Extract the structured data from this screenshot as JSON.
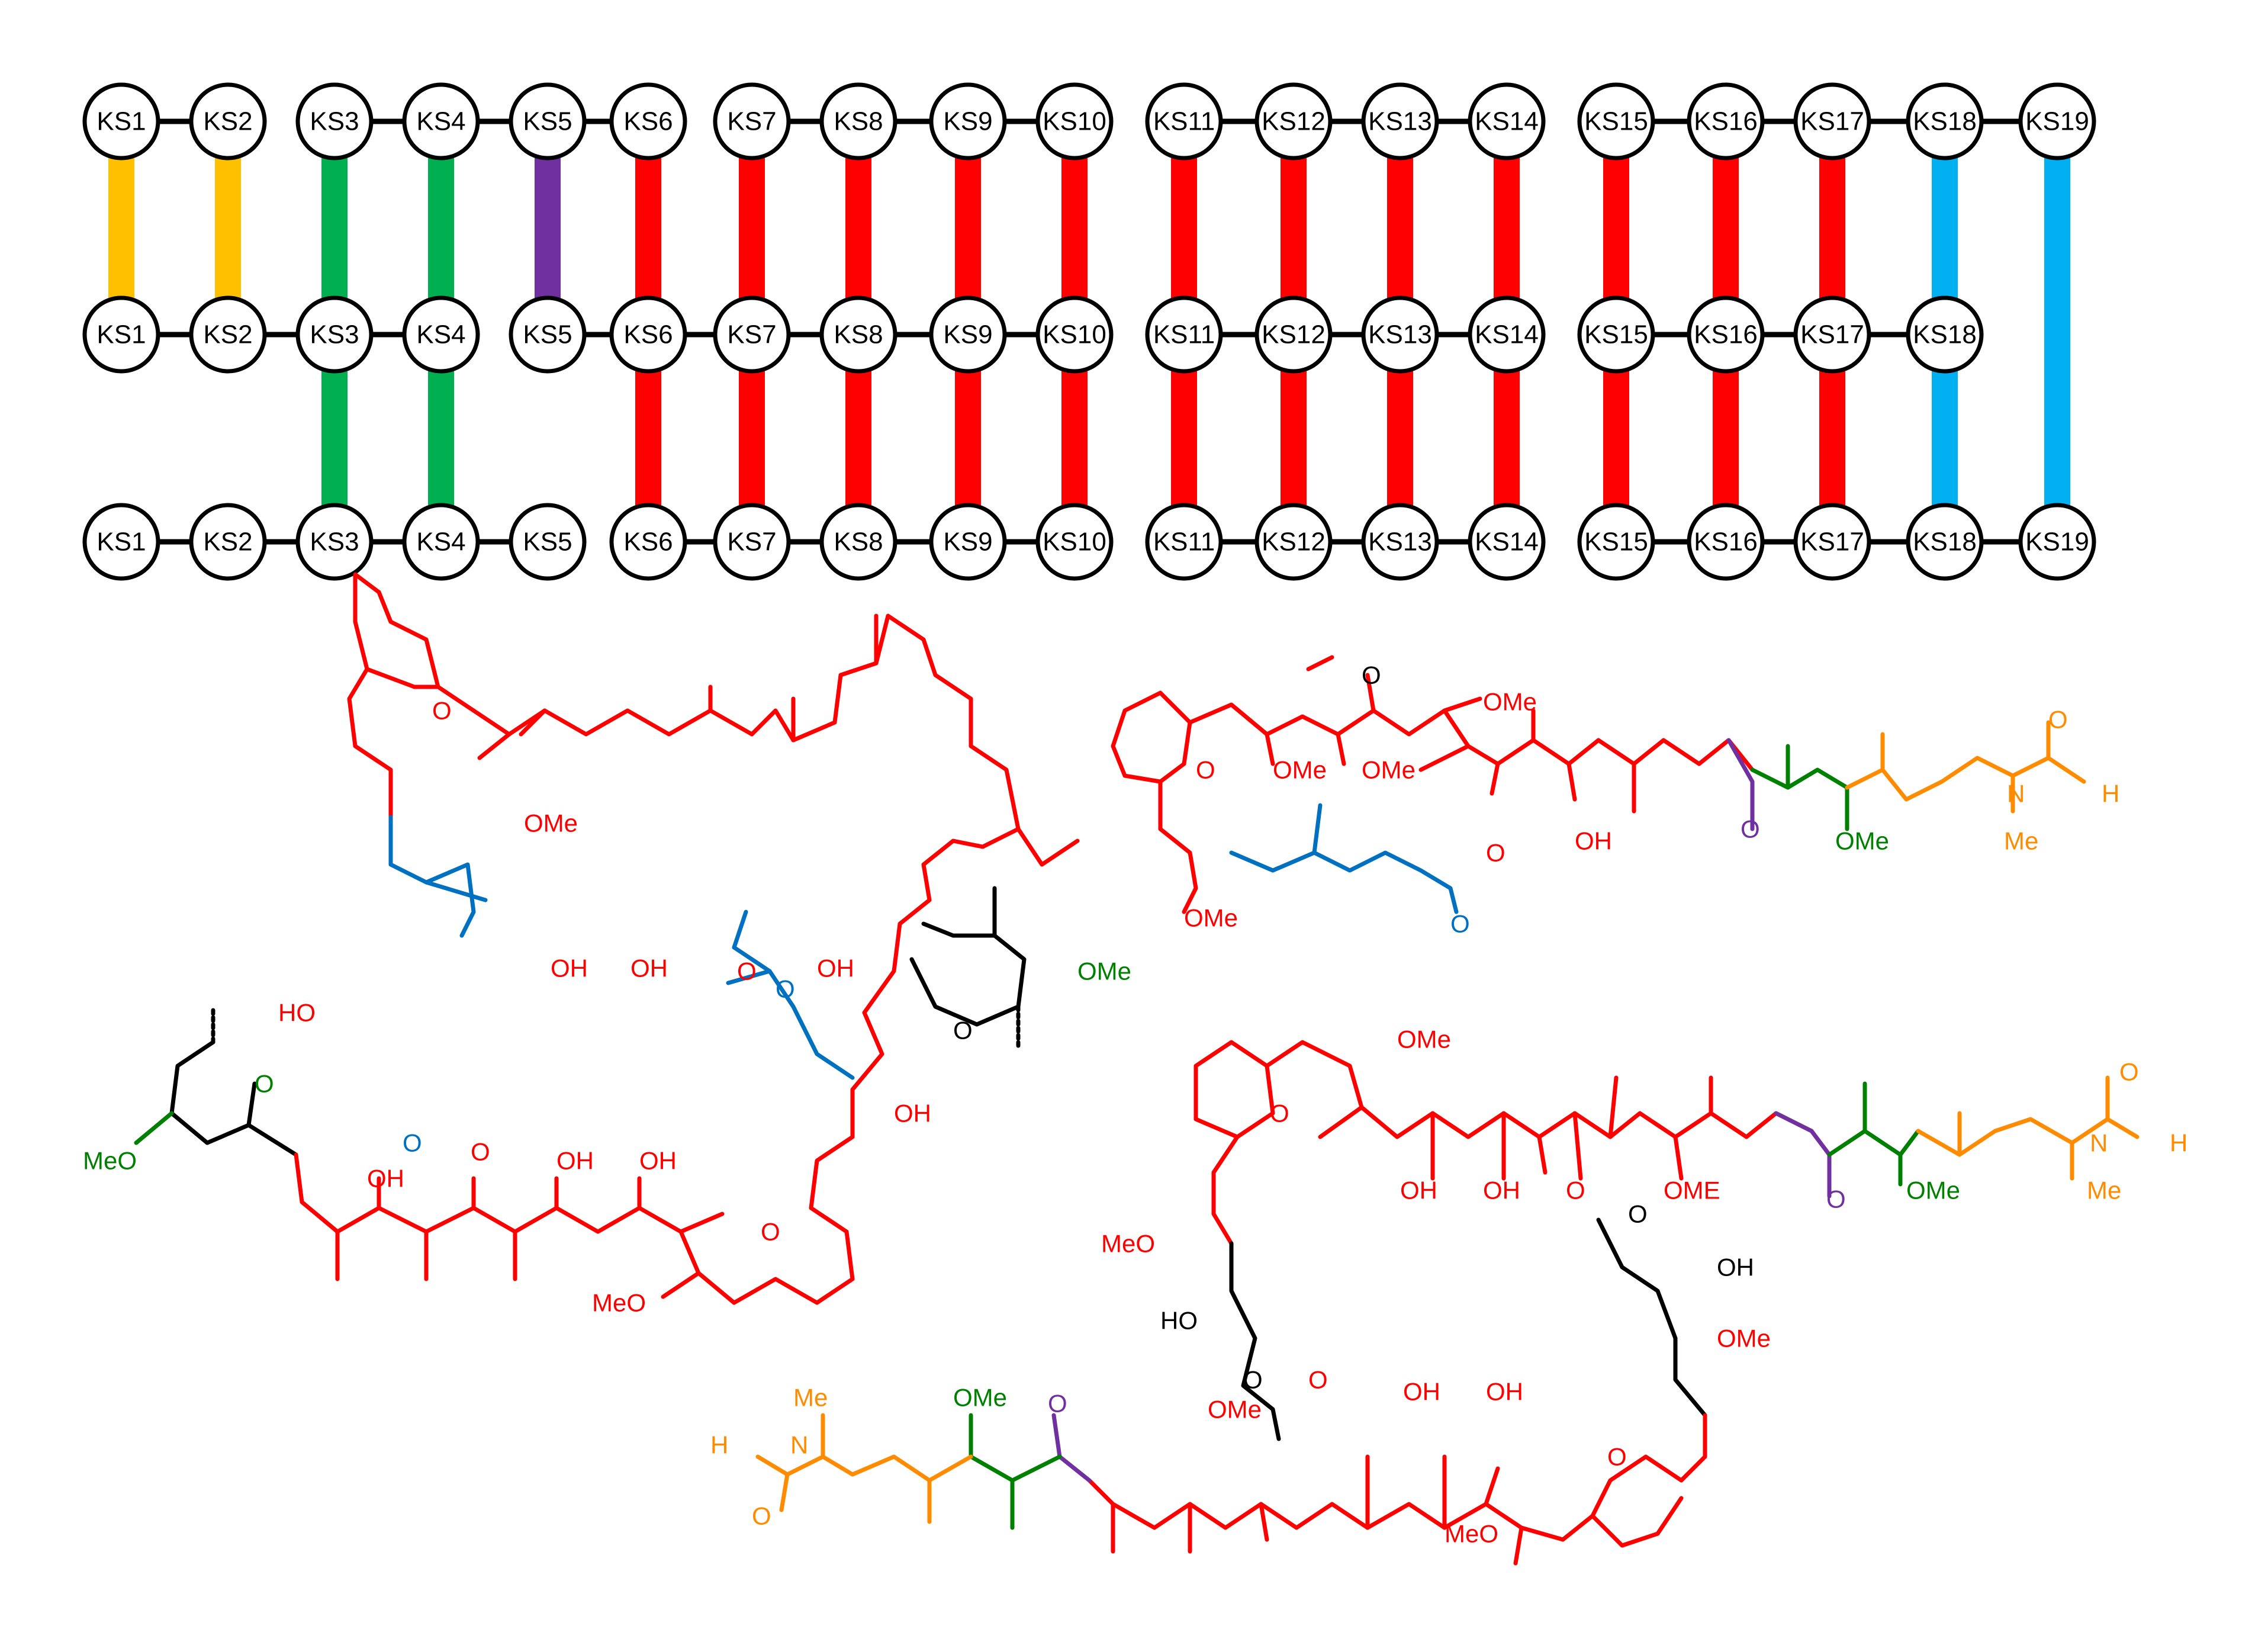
{
  "colors": {
    "yellow": "#ffc000",
    "green": "#00b050",
    "purple": "#7030a0",
    "red": "#ff0000",
    "cyan": "#00b0f0",
    "blue": "#0070c0",
    "orange": "#ff8c00",
    "dark_green": "#008000",
    "violet": "#7030a0",
    "black": "#000000"
  },
  "rows": [
    {
      "id": "top",
      "nodes": [
        "KS1",
        "KS2",
        "KS3",
        "KS4",
        "KS5",
        "KS6",
        "KS7",
        "KS8",
        "KS9",
        "KS10",
        "KS11",
        "KS12",
        "KS13",
        "KS14",
        "KS15",
        "KS16",
        "KS17",
        "KS18",
        "KS19"
      ]
    },
    {
      "id": "middle",
      "nodes": [
        "KS1",
        "KS2",
        "KS3",
        "KS4",
        "KS5",
        "KS6",
        "KS7",
        "KS8",
        "KS9",
        "KS10",
        "KS11",
        "KS12",
        "KS13",
        "KS14",
        "KS15",
        "KS16",
        "KS17",
        "KS18"
      ]
    },
    {
      "id": "bottom",
      "nodes": [
        "KS1",
        "KS2",
        "KS3",
        "KS4",
        "KS5",
        "KS6",
        "KS7",
        "KS8",
        "KS9",
        "KS10",
        "KS11",
        "KS12",
        "KS13",
        "KS14",
        "KS15",
        "KS16",
        "KS17",
        "KS18",
        "KS19"
      ]
    }
  ],
  "connections": [
    {
      "from": "top",
      "to": "middle",
      "node": "KS1",
      "color": "yellow"
    },
    {
      "from": "top",
      "to": "middle",
      "node": "KS2",
      "color": "yellow"
    },
    {
      "from": "top",
      "to": "middle",
      "node": "KS3",
      "color": "green"
    },
    {
      "from": "top",
      "to": "middle",
      "node": "KS4",
      "color": "green"
    },
    {
      "from": "top",
      "to": "middle",
      "node": "KS5",
      "color": "purple"
    },
    {
      "from": "top",
      "to": "middle",
      "node": "KS6",
      "color": "red"
    },
    {
      "from": "top",
      "to": "middle",
      "node": "KS7",
      "color": "red"
    },
    {
      "from": "top",
      "to": "middle",
      "node": "KS8",
      "color": "red"
    },
    {
      "from": "top",
      "to": "middle",
      "node": "KS9",
      "color": "red"
    },
    {
      "from": "top",
      "to": "middle",
      "node": "KS10",
      "color": "red"
    },
    {
      "from": "top",
      "to": "middle",
      "node": "KS11",
      "color": "red"
    },
    {
      "from": "top",
      "to": "middle",
      "node": "KS12",
      "color": "red"
    },
    {
      "from": "top",
      "to": "middle",
      "node": "KS13",
      "color": "red"
    },
    {
      "from": "top",
      "to": "middle",
      "node": "KS14",
      "color": "red"
    },
    {
      "from": "top",
      "to": "middle",
      "node": "KS15",
      "color": "red"
    },
    {
      "from": "top",
      "to": "middle",
      "node": "KS16",
      "color": "red"
    },
    {
      "from": "top",
      "to": "middle",
      "node": "KS17",
      "color": "red"
    },
    {
      "from": "top",
      "to": "bottom",
      "node": "KS18",
      "color": "cyan"
    },
    {
      "from": "top",
      "to": "bottom",
      "node": "KS19",
      "color": "cyan"
    },
    {
      "from": "middle",
      "to": "bottom",
      "node": "KS3",
      "color": "green"
    },
    {
      "from": "middle",
      "to": "bottom",
      "node": "KS4",
      "color": "green"
    },
    {
      "from": "middle",
      "to": "bottom",
      "node": "KS6",
      "color": "red"
    },
    {
      "from": "middle",
      "to": "bottom",
      "node": "KS7",
      "color": "red"
    },
    {
      "from": "middle",
      "to": "bottom",
      "node": "KS8",
      "color": "red"
    },
    {
      "from": "middle",
      "to": "bottom",
      "node": "KS9",
      "color": "red"
    },
    {
      "from": "middle",
      "to": "bottom",
      "node": "KS10",
      "color": "red"
    },
    {
      "from": "middle",
      "to": "bottom",
      "node": "KS11",
      "color": "red"
    },
    {
      "from": "middle",
      "to": "bottom",
      "node": "KS12",
      "color": "red"
    },
    {
      "from": "middle",
      "to": "bottom",
      "node": "KS13",
      "color": "red"
    },
    {
      "from": "middle",
      "to": "bottom",
      "node": "KS14",
      "color": "red"
    },
    {
      "from": "middle",
      "to": "bottom",
      "node": "KS15",
      "color": "red"
    },
    {
      "from": "middle",
      "to": "bottom",
      "node": "KS16",
      "color": "red"
    },
    {
      "from": "middle",
      "to": "bottom",
      "node": "KS17",
      "color": "red"
    }
  ],
  "molecule_labels": {
    "ome": "OMe",
    "oh": "OH",
    "ho": "HO",
    "meo": "MeO",
    "o": "O",
    "n": "N",
    "h": "H",
    "me": "Me",
    "ome_caps": "OME"
  }
}
